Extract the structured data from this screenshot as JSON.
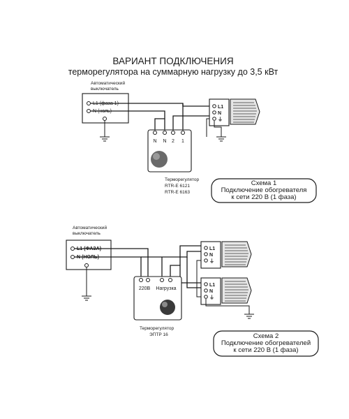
{
  "title": {
    "line1": "ВАРИАНТ ПОДКЛЮЧЕНИЯ",
    "line2": "терморегулятора на суммарную нагрузку до 3,5 кВт"
  },
  "scheme1": {
    "breaker_label_1": "Автоматический",
    "breaker_label_2": "выключатель",
    "l1_label": "L1 (фаза 1)",
    "n_label": "N (ноль)",
    "thermostat_terminals": [
      "N",
      "N",
      "2",
      "1"
    ],
    "thermostat_caption_1": "Терморегулятор",
    "thermostat_caption_2": "RTR-E 6121",
    "thermostat_caption_3": "RTR-E 6163",
    "heater_terminals": [
      "L1",
      "N",
      "⏚"
    ],
    "box_line1": "Схема 1",
    "box_line2": "Подключение обогревателя",
    "box_line3": "к сети  220 В   (1 фаза)"
  },
  "scheme2": {
    "breaker_label_1": "Автоматический",
    "breaker_label_2": "выключатель",
    "l1_label": "L1 (ФАЗА)",
    "n_label": "N (НОЛЬ)",
    "thermostat_label_220": "220В",
    "thermostat_label_load": "Нагрузка",
    "thermostat_caption_1": "Терморегулятор",
    "thermostat_caption_2": "ЭПТР 16",
    "heater1_terminals": [
      "L1",
      "N",
      "⏚"
    ],
    "heater2_terminals": [
      "L1",
      "N",
      "⏚"
    ],
    "box_line1": "Схема 2",
    "box_line2": "Подключение обогревателей",
    "box_line3": "к сети  220 В   (1 фаза)"
  }
}
